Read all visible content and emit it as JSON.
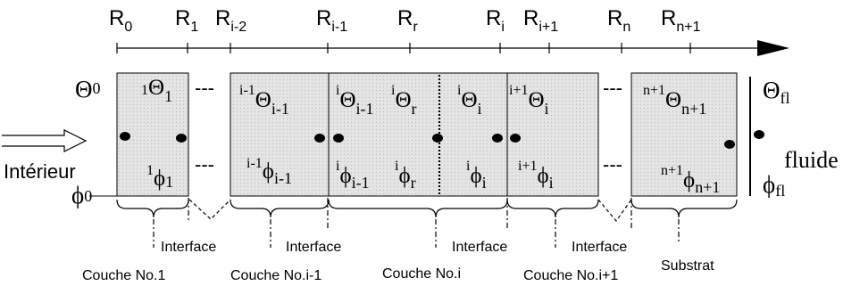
{
  "radii": [
    {
      "base": "R",
      "sub": "0"
    },
    {
      "base": "R",
      "sub": "1"
    },
    {
      "base": "R",
      "sub": "i-2"
    },
    {
      "base": "R",
      "sub": "i-1"
    },
    {
      "base": "R",
      "sub": "r"
    },
    {
      "base": "R",
      "sub": "i"
    },
    {
      "base": "R",
      "sub": "i+1"
    },
    {
      "base": "R",
      "sub": "n"
    },
    {
      "base": "R",
      "sub": "n+1"
    }
  ],
  "inner": {
    "theta": {
      "sym": "Θ",
      "sub": "0"
    },
    "phi": {
      "sym": "ϕ",
      "sub": "0"
    },
    "interieur_label": "Intérieur"
  },
  "layers": {
    "l1": {
      "theta_pre": "1",
      "theta_sub": "1",
      "phi_pre": "1",
      "phi_sub": "1"
    },
    "li1": {
      "theta_pre": "i-1",
      "theta_sub": "i-1",
      "phi_pre": "i-1",
      "phi_sub": "i-1"
    },
    "lia": {
      "theta_pre": "i",
      "theta_sub": "i-1",
      "phi_pre": "i",
      "phi_sub": "i-1"
    },
    "lib": {
      "theta_pre": "i",
      "theta_sub": "r",
      "phi_pre": "i",
      "phi_sub": "r"
    },
    "lic": {
      "theta_pre": "i",
      "theta_sub": "i",
      "phi_pre": "i",
      "phi_sub": "i"
    },
    "lip": {
      "theta_pre": "i+1",
      "theta_sub": "i",
      "phi_pre": "i+1",
      "phi_sub": "i"
    },
    "ln": {
      "theta_pre": "n+1",
      "theta_sub": "n+1",
      "phi_pre": "n+1",
      "phi_sub": "n+1"
    }
  },
  "fluid": {
    "theta": {
      "sym": "Θ",
      "sub": "fl"
    },
    "phi": {
      "sym": "ϕ",
      "sub": "fl"
    },
    "label": "fluide"
  },
  "dash": "---",
  "bottom_labels": {
    "couche1": "Couche No.1",
    "couche_im1": "Couche No.i-1",
    "couche_i": "Couche No.i",
    "couche_ip1": "Couche No.i+1",
    "substrat": "Substrat",
    "interface_1": "Interface",
    "interface_2": "Interface",
    "interface_3": "Interface",
    "interface_4": "Interface"
  },
  "colors": {
    "layer_fill": "#e2e2e2",
    "ink": "#000000"
  }
}
